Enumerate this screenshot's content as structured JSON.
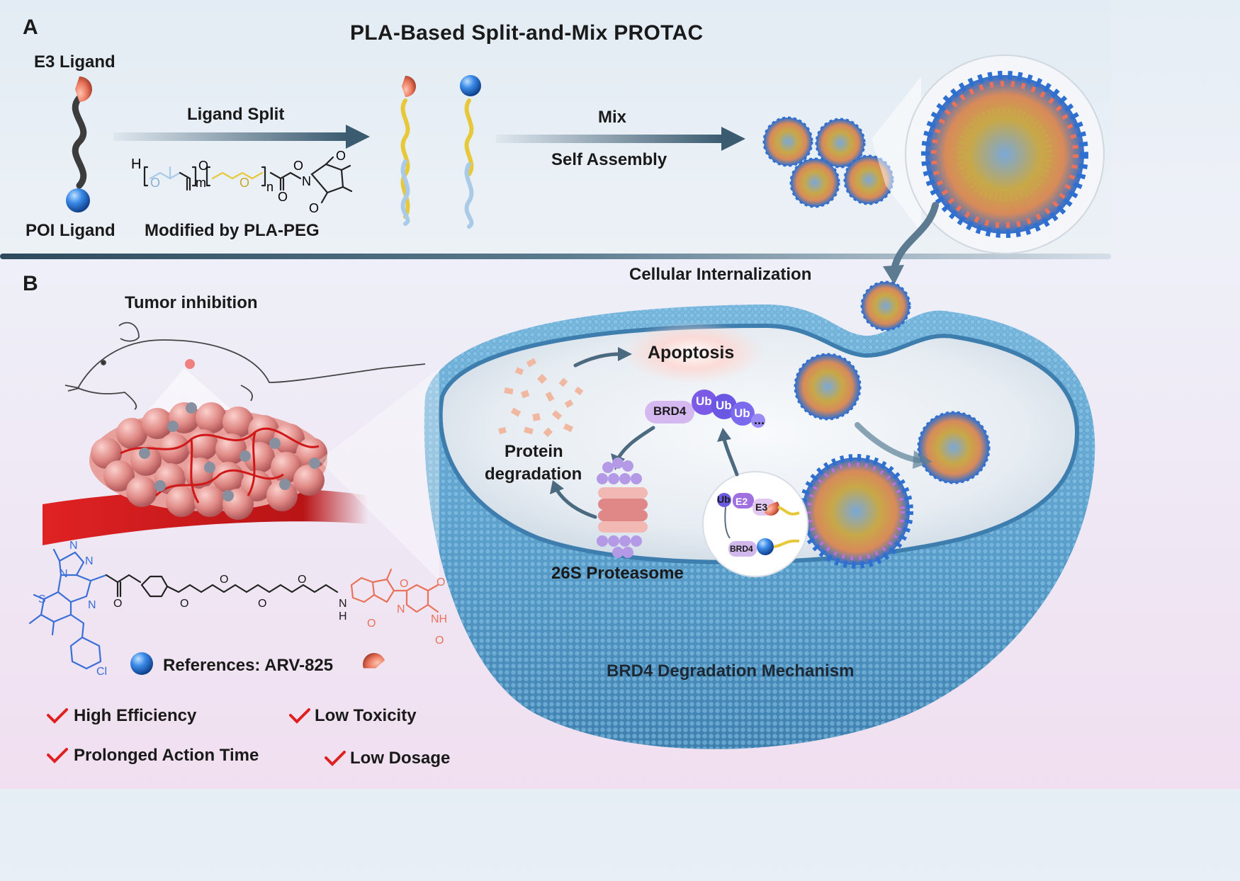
{
  "panel_a": {
    "letter": "A",
    "title": "PLA-Based Split-and-Mix PROTAC",
    "e3_ligand": "E3 Ligand",
    "poi_ligand": "POI Ligand",
    "ligand_split": "Ligand Split",
    "modified_by": "Modified by PLA-PEG",
    "mix": "Mix",
    "self_assembly": "Self Assembly",
    "formula": {
      "h": "H",
      "o1": "O",
      "m": "m",
      "o2": "O",
      "n": "n",
      "o3": "O",
      "o4": "O",
      "n_atom": "N",
      "o5": "O",
      "o6": "O"
    }
  },
  "panel_b": {
    "letter": "B",
    "cellular_internalization": "Cellular Internalization",
    "tumor_inhibition": "Tumor inhibition",
    "apoptosis": "Apoptosis",
    "brd4": "BRD4",
    "ub1": "Ub",
    "ub2": "Ub",
    "ub3": "Ub",
    "ellipsis": "...",
    "protein_degradation_1": "Protein",
    "protein_degradation_2": "degradation",
    "proteasome": "26S Proteasome",
    "inset_ub": "Ub",
    "inset_e2": "E2",
    "inset_e3": "E3",
    "inset_brd4": "BRD4",
    "mechanism": "BRD4 Degradation Mechanism",
    "references": "References: ARV-825",
    "chem": {
      "n1": "N",
      "n2": "N",
      "n3": "N",
      "n4": "N",
      "s": "S",
      "o1": "O",
      "o2": "O",
      "o3": "O",
      "o4": "O",
      "o5": "O",
      "nh": "N",
      "h": "H",
      "o6": "O",
      "o7": "O",
      "n5": "N",
      "o8": "O",
      "nh2": "NH",
      "o9": "O",
      "cl": "Cl"
    },
    "features": [
      "High Efficiency",
      "Low Toxicity",
      "Prolonged Action Time",
      "Low Dosage"
    ]
  },
  "colors": {
    "e3_ligand": "#e8735a",
    "poi_ligand": "#2f7de0",
    "pla": "#e6c83a",
    "peg": "#a9cbe8",
    "arrow": "#3b5b70",
    "check": "#e02020",
    "bowl": "#5ea3cf",
    "tumor": "#e08a86",
    "vessel": "#c8181a",
    "poi_chem": "#3a6fd8",
    "e3_chem": "#e8735a"
  },
  "icons": [
    "e3-ligand-pacman-icon",
    "poi-ligand-sphere-icon",
    "checkmark-icon",
    "micelle-icon",
    "mouse-icon",
    "proteasome-icon"
  ]
}
